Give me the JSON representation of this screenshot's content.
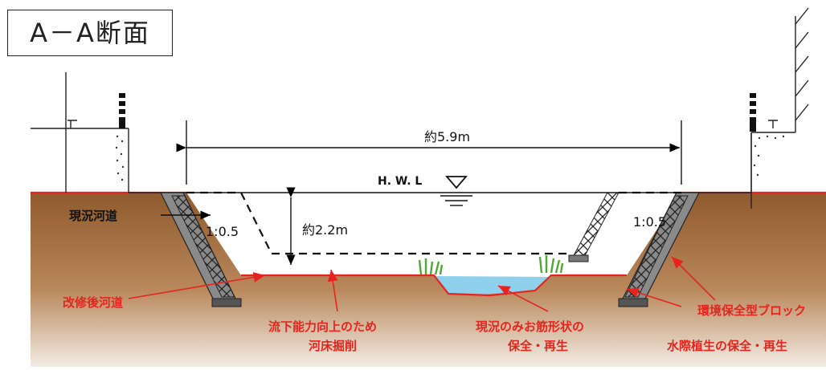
{
  "title": "A－A断面",
  "dimensions": {
    "width_label": "約5.9m",
    "depth_label": "約2.2m",
    "water_level": "H. W. L"
  },
  "slopes": {
    "left": "1:0.5",
    "right": "1:0.5"
  },
  "labels": {
    "existing_channel": "現況河道",
    "improved_channel": "改修後河道",
    "excavation_line1": "流下能力向上のため",
    "excavation_line2": "河床掘削",
    "meander_line1": "現況のみお筋形状の",
    "meander_line2": "保全・再生",
    "block": "環境保全型ブロック",
    "vegetation": "水際植生の保全・再生"
  },
  "colors": {
    "soil": "#9b6a3c",
    "bed_line": "#e8231e",
    "label_red": "#e8231e",
    "water": "#8fd0ec",
    "block": "#8a8a8a",
    "grass": "#5cb83a"
  }
}
